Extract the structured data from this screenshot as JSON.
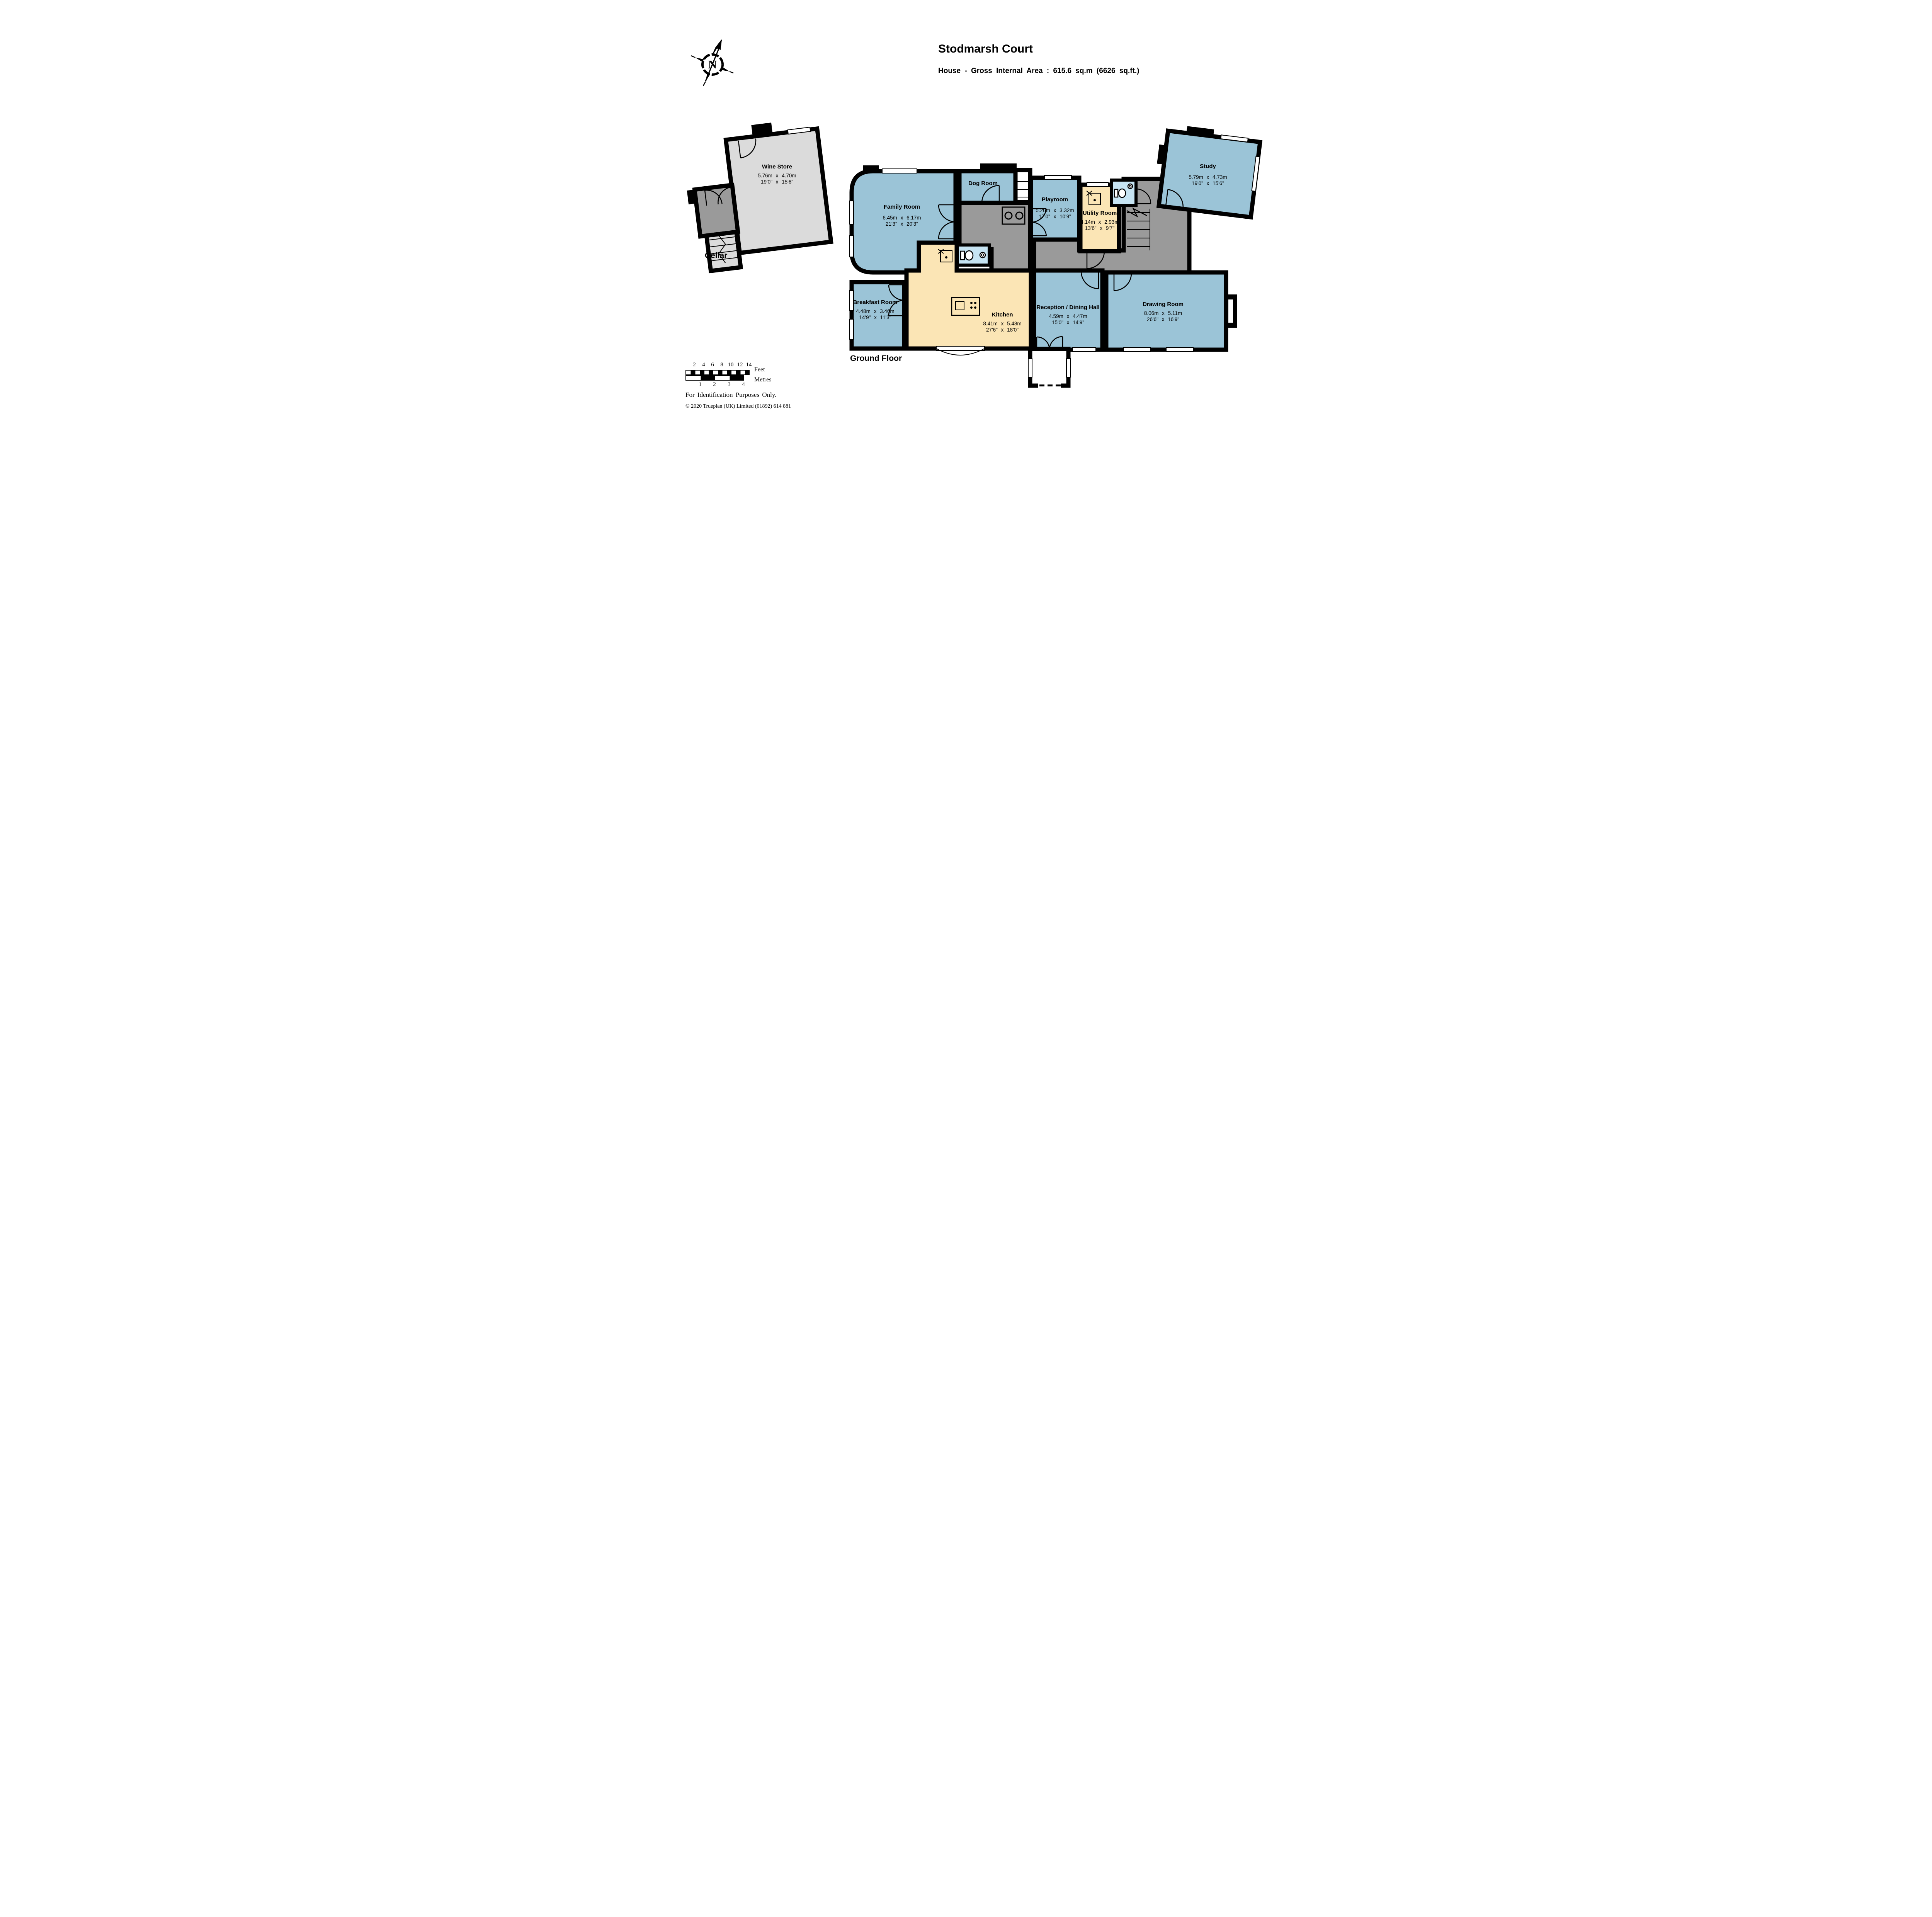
{
  "page": {
    "title": "Stodmarsh Court",
    "subtitle": "House - Gross Internal Area : 615.6 sq.m (6626 sq.ft.)"
  },
  "compass": {
    "label": "N"
  },
  "cellar": {
    "section_label": "Cellar",
    "rooms": {
      "wine_store": {
        "name": "Wine Store",
        "metric": "5.76m x 4.70m",
        "imperial": "19'0\" x 15'6\""
      }
    }
  },
  "ground_floor": {
    "section_label": "Ground Floor",
    "rooms": {
      "family": {
        "name": "Family Room",
        "metric": "6.45m x 6.17m",
        "imperial": "21'3\" x 20'3\""
      },
      "dog": {
        "name": "Dog Room"
      },
      "playroom": {
        "name": "Playroom",
        "metric": "5.20m x 3.32m",
        "imperial": "17'0\" x 10'9\""
      },
      "utility": {
        "name": "Utility Room",
        "metric": "4.14m x 2.93m",
        "imperial": "13'6\" x 9'7\""
      },
      "study": {
        "name": "Study",
        "metric": "5.79m x 4.73m",
        "imperial": "19'0\" x 15'6\""
      },
      "breakfast": {
        "name": "Breakfast Room",
        "metric": "4.48m x 3.46m",
        "imperial": "14'9\" x 11'3\""
      },
      "kitchen": {
        "name": "Kitchen",
        "metric": "8.41m x 5.48m",
        "imperial": "27'6\" x 18'0\""
      },
      "reception": {
        "name": "Reception / Dining Hall",
        "metric": "4.59m x 4.47m",
        "imperial": "15'0\" x 14'9\""
      },
      "drawing": {
        "name": "Drawing Room",
        "metric": "8.06m x 5.11m",
        "imperial": "26'6\" x 16'9\""
      }
    }
  },
  "scale_bar": {
    "feet_ticks": [
      "2",
      "4",
      "6",
      "8",
      "10",
      "12",
      "14"
    ],
    "metre_ticks": [
      "1",
      "2",
      "3",
      "4"
    ],
    "feet_label": "Feet",
    "metres_label": "Metres"
  },
  "footer": {
    "line1": "For Identification Purposes Only.",
    "line2": "© 2020 Trueplan (UK) Limited (01892) 614 881"
  },
  "colors": {
    "room_blue": "#9BC4D7",
    "room_cream": "#FBE5B5",
    "room_pale_blue": "#C6E4F3",
    "hall_gray": "#9A9A9A",
    "cellar_room_gray": "#DBDBDB",
    "wall_black": "#000000",
    "background": "#FFFFFF"
  }
}
